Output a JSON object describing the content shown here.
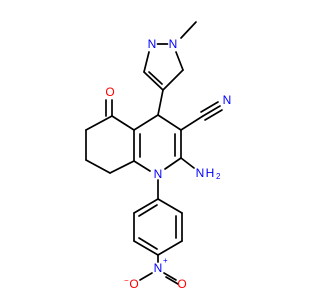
{
  "colors": {
    "bond": "#000000",
    "carbon": "#000000",
    "nitrogen": "#0000ff",
    "oxygen": "#ff0000",
    "background": "#ffffff"
  },
  "labels": {
    "pyrazole_n1": "N",
    "pyrazole_n2": "N",
    "nitrile_n": "N",
    "ketone_o": "O",
    "amino_n": "N",
    "amino_h": "H",
    "amino_h_count": "2",
    "ring_n": "N",
    "nitro_n": "N",
    "nitro_n_charge": "+",
    "nitro_o1": "O",
    "nitro_o1_charge": "−",
    "nitro_o2": "O"
  }
}
